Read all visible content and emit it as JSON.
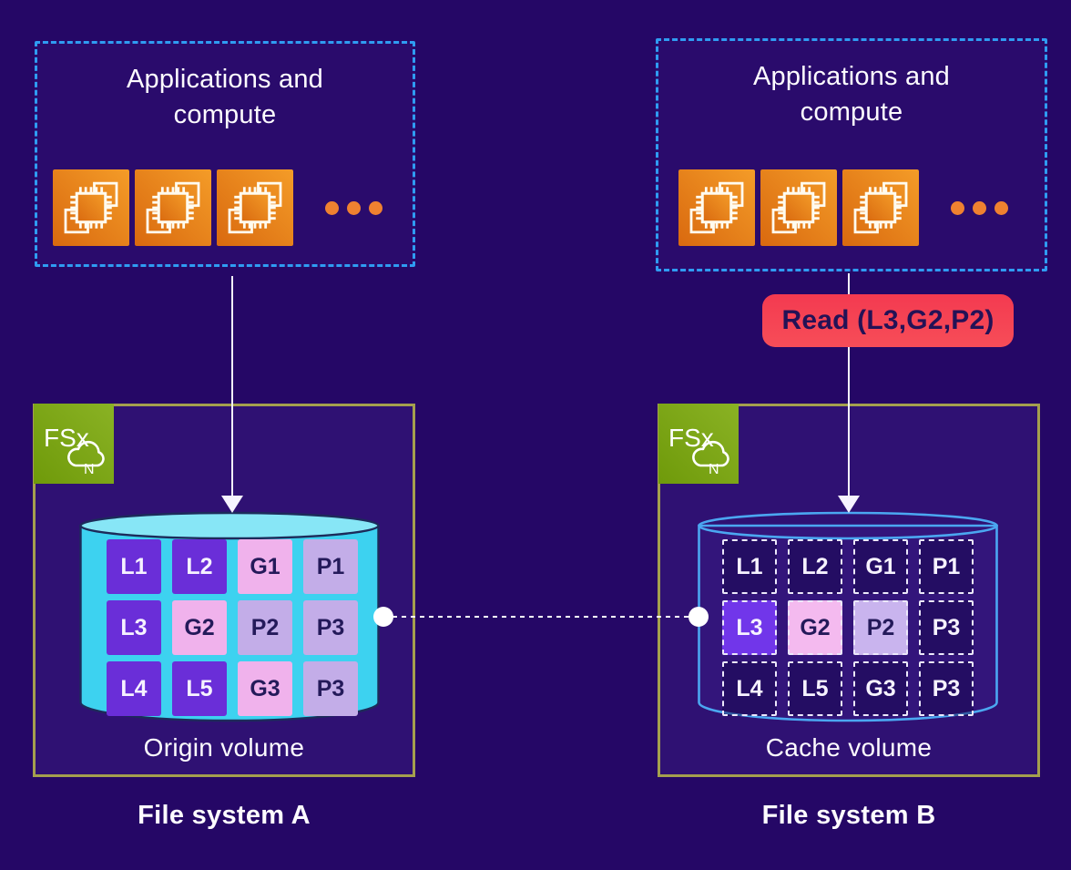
{
  "palette": {
    "background": "#250766",
    "apps_border_blue": "#2f9cf2",
    "fs_border_olive": "#a5a04e",
    "fsx_green": "#7da414",
    "compute_orange": "#ed8123",
    "badge_red": "#f43a50",
    "cylinder_cyan": "#3dd2f0",
    "cylinder_top_cyan": "#87e6f6",
    "cache_outline_blue": "#4ba7f1",
    "cell_purple": "#6a2ed8",
    "cell_pink": "#f0b2ec",
    "cell_lavender": "#c3ade8"
  },
  "systems": [
    {
      "apps_title": "Applications and compute",
      "file_system_label": "File system A",
      "volume_label": "Origin volume",
      "fsx": {
        "label": "FSx",
        "letter": "N"
      },
      "cells": [
        {
          "label": "L1",
          "type": "l",
          "filled": true
        },
        {
          "label": "L2",
          "type": "l",
          "filled": true
        },
        {
          "label": "G1",
          "type": "g",
          "filled": true
        },
        {
          "label": "P1",
          "type": "p",
          "filled": true
        },
        {
          "label": "L3",
          "type": "l",
          "filled": true
        },
        {
          "label": "G2",
          "type": "g",
          "filled": true
        },
        {
          "label": "P2",
          "type": "p",
          "filled": true
        },
        {
          "label": "P3",
          "type": "p",
          "filled": true
        },
        {
          "label": "L4",
          "type": "l",
          "filled": true
        },
        {
          "label": "L5",
          "type": "l",
          "filled": true
        },
        {
          "label": "G3",
          "type": "g",
          "filled": true
        },
        {
          "label": "P3",
          "type": "p",
          "filled": true
        }
      ]
    },
    {
      "apps_title": "Applications and compute",
      "read_badge_label": "Read (L3,G2,P2)",
      "file_system_label": "File system B",
      "volume_label": "Cache volume",
      "fsx": {
        "label": "FSx",
        "letter": "N"
      },
      "cells": [
        {
          "label": "L1",
          "type": "l",
          "filled": false
        },
        {
          "label": "L2",
          "type": "l",
          "filled": false
        },
        {
          "label": "G1",
          "type": "g",
          "filled": false
        },
        {
          "label": "P1",
          "type": "p",
          "filled": false
        },
        {
          "label": "L3",
          "type": "l",
          "filled": true
        },
        {
          "label": "G2",
          "type": "g",
          "filled": true
        },
        {
          "label": "P2",
          "type": "p",
          "filled": true
        },
        {
          "label": "P3",
          "type": "p",
          "filled": false
        },
        {
          "label": "L4",
          "type": "l",
          "filled": false
        },
        {
          "label": "L5",
          "type": "l",
          "filled": false
        },
        {
          "label": "G3",
          "type": "g",
          "filled": false
        },
        {
          "label": "P3",
          "type": "p",
          "filled": false
        }
      ]
    }
  ]
}
